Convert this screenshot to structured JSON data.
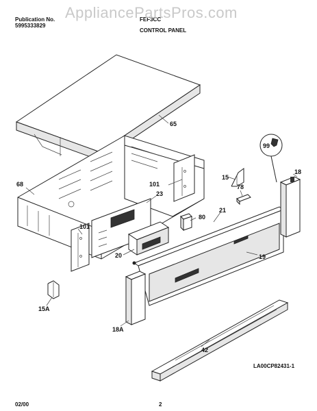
{
  "header": {
    "publication_label": "Publication No.",
    "publication_number": "5995333829",
    "model_code": "FEF3CC",
    "section_title": "CONTROL PANEL"
  },
  "watermark": "AppliancePartsPros.com",
  "diagram_id": "LA00CP82431-1",
  "footer": {
    "date": "02/00",
    "page": "2"
  },
  "callouts": {
    "c65": "65",
    "c68": "68",
    "c99": "99",
    "c18": "18",
    "c101a": "101",
    "c15": "15",
    "c78": "78",
    "c23": "23",
    "c21": "21",
    "c80": "80",
    "c101b": "101",
    "c20": "20",
    "c19": "19",
    "c15a": "15A",
    "c18a": "18A",
    "c42": "42"
  }
}
